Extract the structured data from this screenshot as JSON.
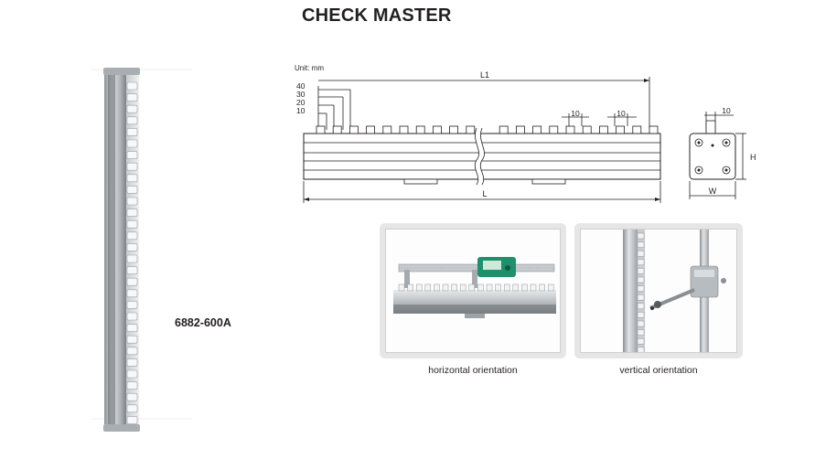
{
  "header": {
    "title": "CHECK MASTER"
  },
  "product": {
    "model": "6882-600A"
  },
  "drawing": {
    "unit_label": "Unit: mm",
    "dim_L1": "L1",
    "dim_L": "L",
    "step_labels": [
      "40",
      "30",
      "20",
      "10"
    ],
    "pitch_label_1": "10",
    "pitch_label_2": "10",
    "side_width_label": "10",
    "side_H": "H",
    "side_W": "W"
  },
  "photos": {
    "horizontal_caption": "horizontal orientation",
    "vertical_caption": "vertical orientation"
  }
}
